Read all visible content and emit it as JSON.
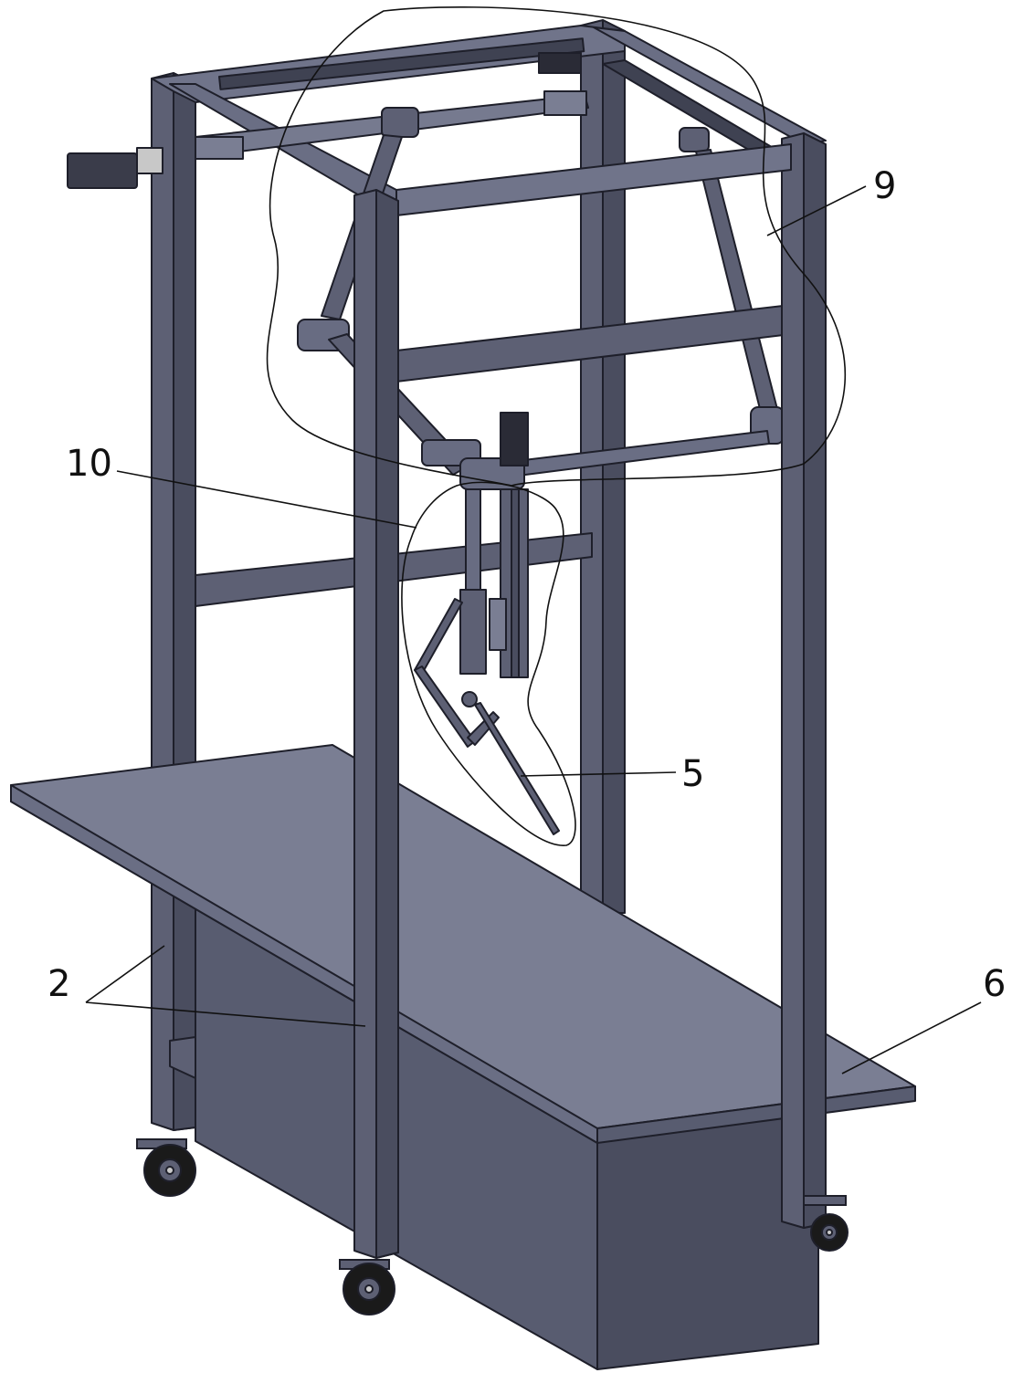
{
  "labels": {
    "l9": "9",
    "l10": "10",
    "l5": "5",
    "l2": "2",
    "l6": "6"
  },
  "colors": {
    "frame_face": "#5d6074",
    "frame_dark": "#4a4d5f",
    "frame_light": "#70748a",
    "frame_edge": "#1e1f2a",
    "table_top": "#7a7e93",
    "table_side": "#585c70",
    "wheel": "#1a1a1a",
    "leader": "#111111",
    "outline": "#111111"
  }
}
